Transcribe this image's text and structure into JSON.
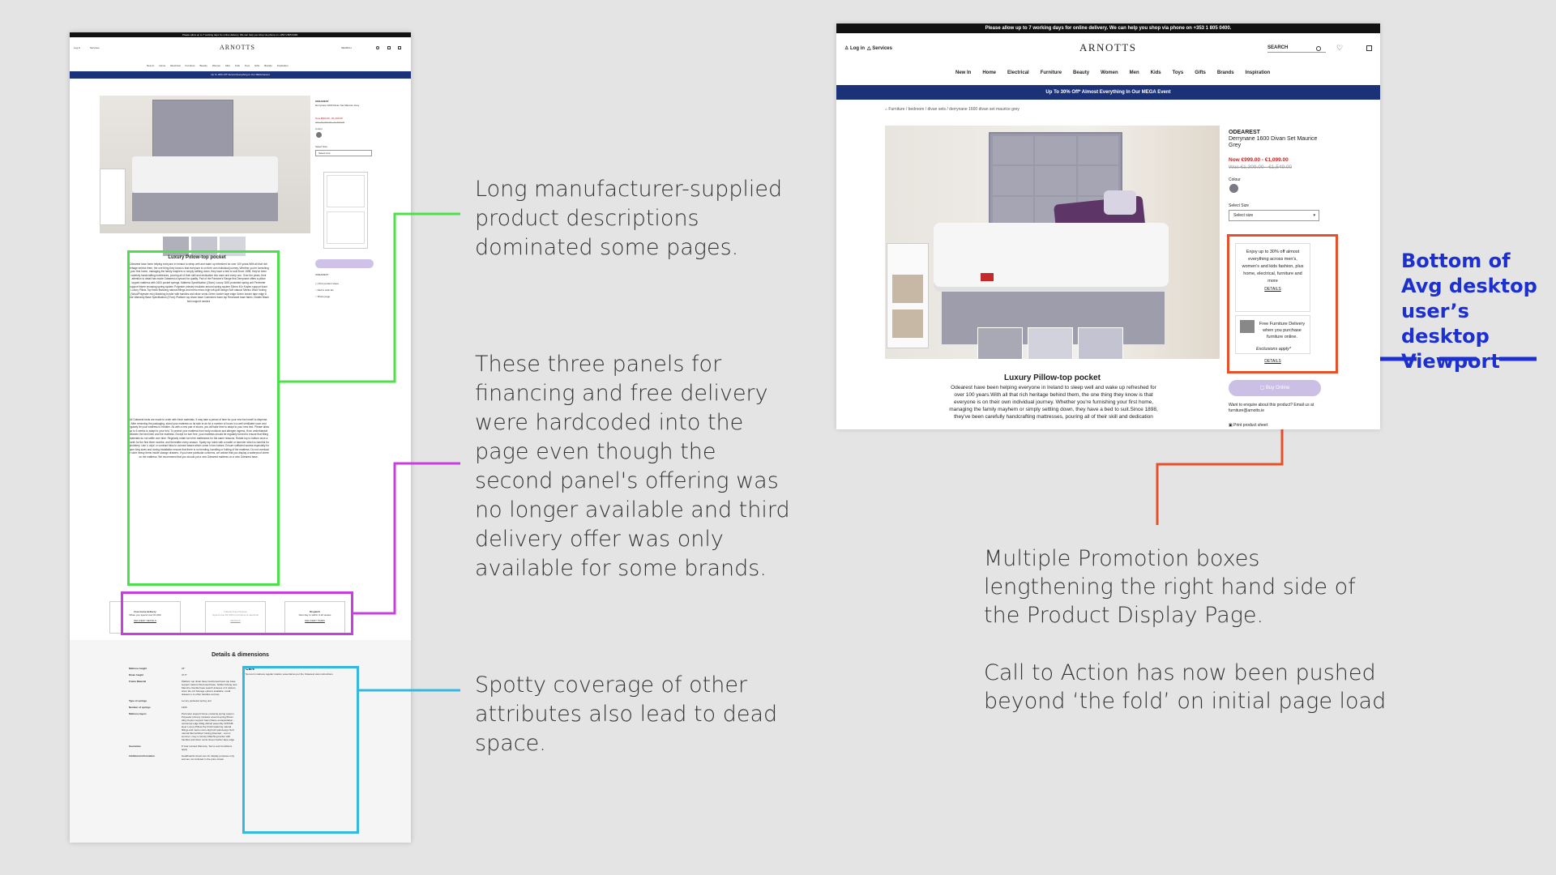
{
  "left_page": {
    "topbar": "Please allow up to 7 working days for online delivery. We can help you shop via phone on +353 1 805 0400.",
    "brand": "ARNOTTS",
    "login": "Log in",
    "services": "Services",
    "search": "SEARCH",
    "nav": [
      "New In",
      "Home",
      "Electrical",
      "Furniture",
      "Beauty",
      "Women",
      "Men",
      "Kids",
      "Toys",
      "Gifts",
      "Brands",
      "Inspiration"
    ],
    "promo": "Up To 30% Off* Almost Everything In Our MEGA Event",
    "product_brand": "ODEAREST",
    "product_name": "Derrynane 1600 Divan Set Maurice Grey",
    "price_now": "Now €999.00 - €1,099.00",
    "price_was": "Was €1,309.00 - €1,549.00",
    "colour": "Colour",
    "select_size": "Select Size",
    "select_size_placeholder": "Select size",
    "desc_title": "Luxury Pillow-top pocket",
    "desc_text": "Odearest have been helping everyone in Ireland to sleep well and wake up refreshed for over 100 years.With all that rich heritage behind them, the one thing they know is that everyone is on their own individual journey. Whether you're furnishing your first home, managing the family mayhem or simply settling down, they have a bed to suit.Since 1898, they've been carefully handcrafting mattresses, pouring all of their skill and dedication into each and every one. Over the years, their attention to detail has made Odearest a byword for quality. Part of the Pantone's Range this Derrynane offers a pillow topped mattress with 1600 pocket springs. Mattress Specification (26cm) Luxury 1600 pocketed spring unit Perimeter support frame encasing spring system Polyester primary insulator around spring system 50mm 40z Koylex support foam Luxury Pillow-Top finish featuring natural fillings and metro micro-high loft quilt design Soft natural 'Merino Wool' ticking (Wool/Polyester mix) Matching border with handles and silver vents Green border tape edge Green border tape edge 8 Year Warranty Base Specification (37cm) Platform top divan base Cushioned foam top Recessed base fabric, hidden Black twin support castors",
    "care_text": "All Odearest beds are made to order with fresh materials. It may take a period of time for your new bed smell to disperse. After removing the packaging, stand your mattress on its side to air for a number of hours in a well ventilated room and regularly let your mattress to breathe. As with a new pair of shoes, you will take time to adapt to your new bed. Please allow up to 6 weeks to adapt to your bed. To protect your mattress from body moisture and allergen ingress, fit an underblanket between the bed linen and the mattress. Except for turn free, your mattress should be regularly turned to ensure that filling materials do not settle over time. Regularly rotate turn free mattresses for the same reasons. Rotate top to bottom once a month for the first three months, and thereafter every season. Spotty top holes with a mallet or hammer which is harmful for upholstery. Use 'u clips' or contract folks to connect bases which come in two halves. Ensure sufficient access especially for super king sizes and during installation ensure that there is no bending, handling or folding of the mattress. Do not overload or store heavy items inside storage drawers. If you have particular concerns, we advise that you display a waterproof sheet on the mattress. We recommend that you should put a new Odearest mattress on a new Odearest base.",
    "panels": [
      {
        "title": "Free home delivery",
        "sub": "When you spend over €1,000",
        "link": "DELIVERY DETAILS"
      },
      {
        "title": "Interest Free Finance",
        "sub": "Spend over €1,000 on furniture & electrical",
        "link": "DETAILS"
      },
      {
        "title": "Dispatch",
        "sub": "Next day to within 3-10 weeks",
        "link": "DELIVERY TIMES"
      }
    ],
    "details_title": "Details & dimensions",
    "attributes": [
      {
        "k": "Mattress height",
        "v": "26\""
      },
      {
        "k": "Divan height",
        "v": "37.5\""
      },
      {
        "k": "Frame Material",
        "v": "Platform top divan base Cushioned foam top base support castors Recessed base, hidden ticking new Maurice chenille base search-indexes of 4 castors, silver ide ord Storage options available: small drawers o to other handles and tap"
      },
      {
        "k": "Type of springs",
        "v": "Luxury pocketed spring unit"
      },
      {
        "k": "Number of springs",
        "v": "1600"
      },
      {
        "k": "Mattress layers",
        "v": "Perimeter support frame encasing spring system Polyester primary insulator around spring 50mm Alloy Koylex support foam Flame encapsulation - reinforced edge 200g 40z/dc assembly 225TOB layer Luxury Pillow-Top finish featuring natural fillings and metro micro-high loft quilt design Soft natural Merino/Wool' ticking (blended - cool in summer, cosy in winter) Matching border with handles and silver vents Green border tape edge"
      },
      {
        "k": "Guarantee",
        "v": "8 Year Limited Warranty. Terms and Conditions apply"
      },
      {
        "k": "Additional information",
        "v": "Headboards shown are for display purposes only and are not included in the price shown"
      }
    ],
    "care_title": "Care",
    "care_note": "Non-turn mattress regular rotation essential as per the Odearest care instructions"
  },
  "annotations": {
    "desc": "Long manufacturer-supplied product descriptions dominated some pages.",
    "panels": "These three panels for financing and free delivery were hardcoded into the page even though the second panel's offering was no longer available and third delivery offer was only available for some brands.",
    "attrs": "Spotty coverage of other attributes also lead to dead space.",
    "promo": "Multiple Promotion boxes lengthening the right hand side of the Product Display Page.",
    "cta": "Call to Action has now been pushed beyond ‘the fold’ on initial page load",
    "viewport": "Bottom of Avg desktop user’s desktop Viewport"
  },
  "right_page": {
    "topbar": "Please allow up to 7 working days for online delivery. We can help you shop via phone on +353 1 805 0400.",
    "brand": "ARNOTTS",
    "login": "Log in",
    "services": "Services",
    "search": "SEARCH",
    "nav": [
      "New In",
      "Home",
      "Electrical",
      "Furniture",
      "Beauty",
      "Women",
      "Men",
      "Kids",
      "Toys",
      "Gifts",
      "Brands",
      "Inspiration"
    ],
    "promo": "Up To 30% Off* Almost Everything In Our MEGA Event",
    "breadcrumb": "Furniture / bedroom / divan sets / derrynane 1600 divan set maurice grey",
    "product_brand": "ODEAREST",
    "product_name": "Derrynane 1600 Divan Set Maurice Grey",
    "price_now": "Now €999.00 - €1,099.00",
    "price_was": "Was €1,309.00 - €1,549.00",
    "colour": "Colour",
    "select_size": "Select Size",
    "select_size_placeholder": "Select size",
    "promo_box_text": "Enjoy up to 30% off almost everything across men's, women's and kids fashion, plus home, electrical, furniture and more",
    "promo_details": "DETAILS",
    "delivery_text": "Free Furniture Delivery when you purchase furniture online.",
    "exclusions": "Exclusions apply*",
    "delivery_details": "DETAILS",
    "buy_cta": "Buy Online",
    "enquire": "Want to enquire about this product? Email us at furniture@arnotts.ie",
    "print": "Print product sheet",
    "desc_title": "Luxury Pillow-top pocket",
    "desc_text": "Odearest have been helping everyone in Ireland to sleep well and wake up refreshed for over 100 years.With all that rich heritage behind them, the one thing they know is that everyone is on their own individual journey. Whether you're furnishing your first home, managing the family mayhem or simply settling down, they have a bed to suit.Since 1898, they've been carefully handcrafting mattresses, pouring all of their skill and dedication"
  }
}
